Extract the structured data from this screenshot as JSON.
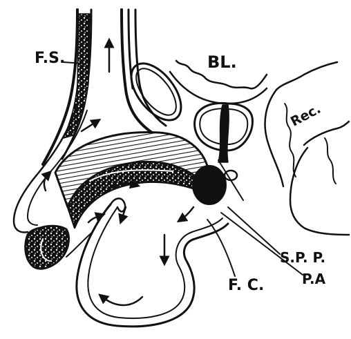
{
  "labels": {
    "fs": "F.S.",
    "bl": "BL.",
    "rec": "Rec.",
    "spp": "S.P. P.",
    "pa": "P.A",
    "fc": "F. C."
  },
  "colors": {
    "ink": "#111111",
    "paper": "#ffffff"
  }
}
